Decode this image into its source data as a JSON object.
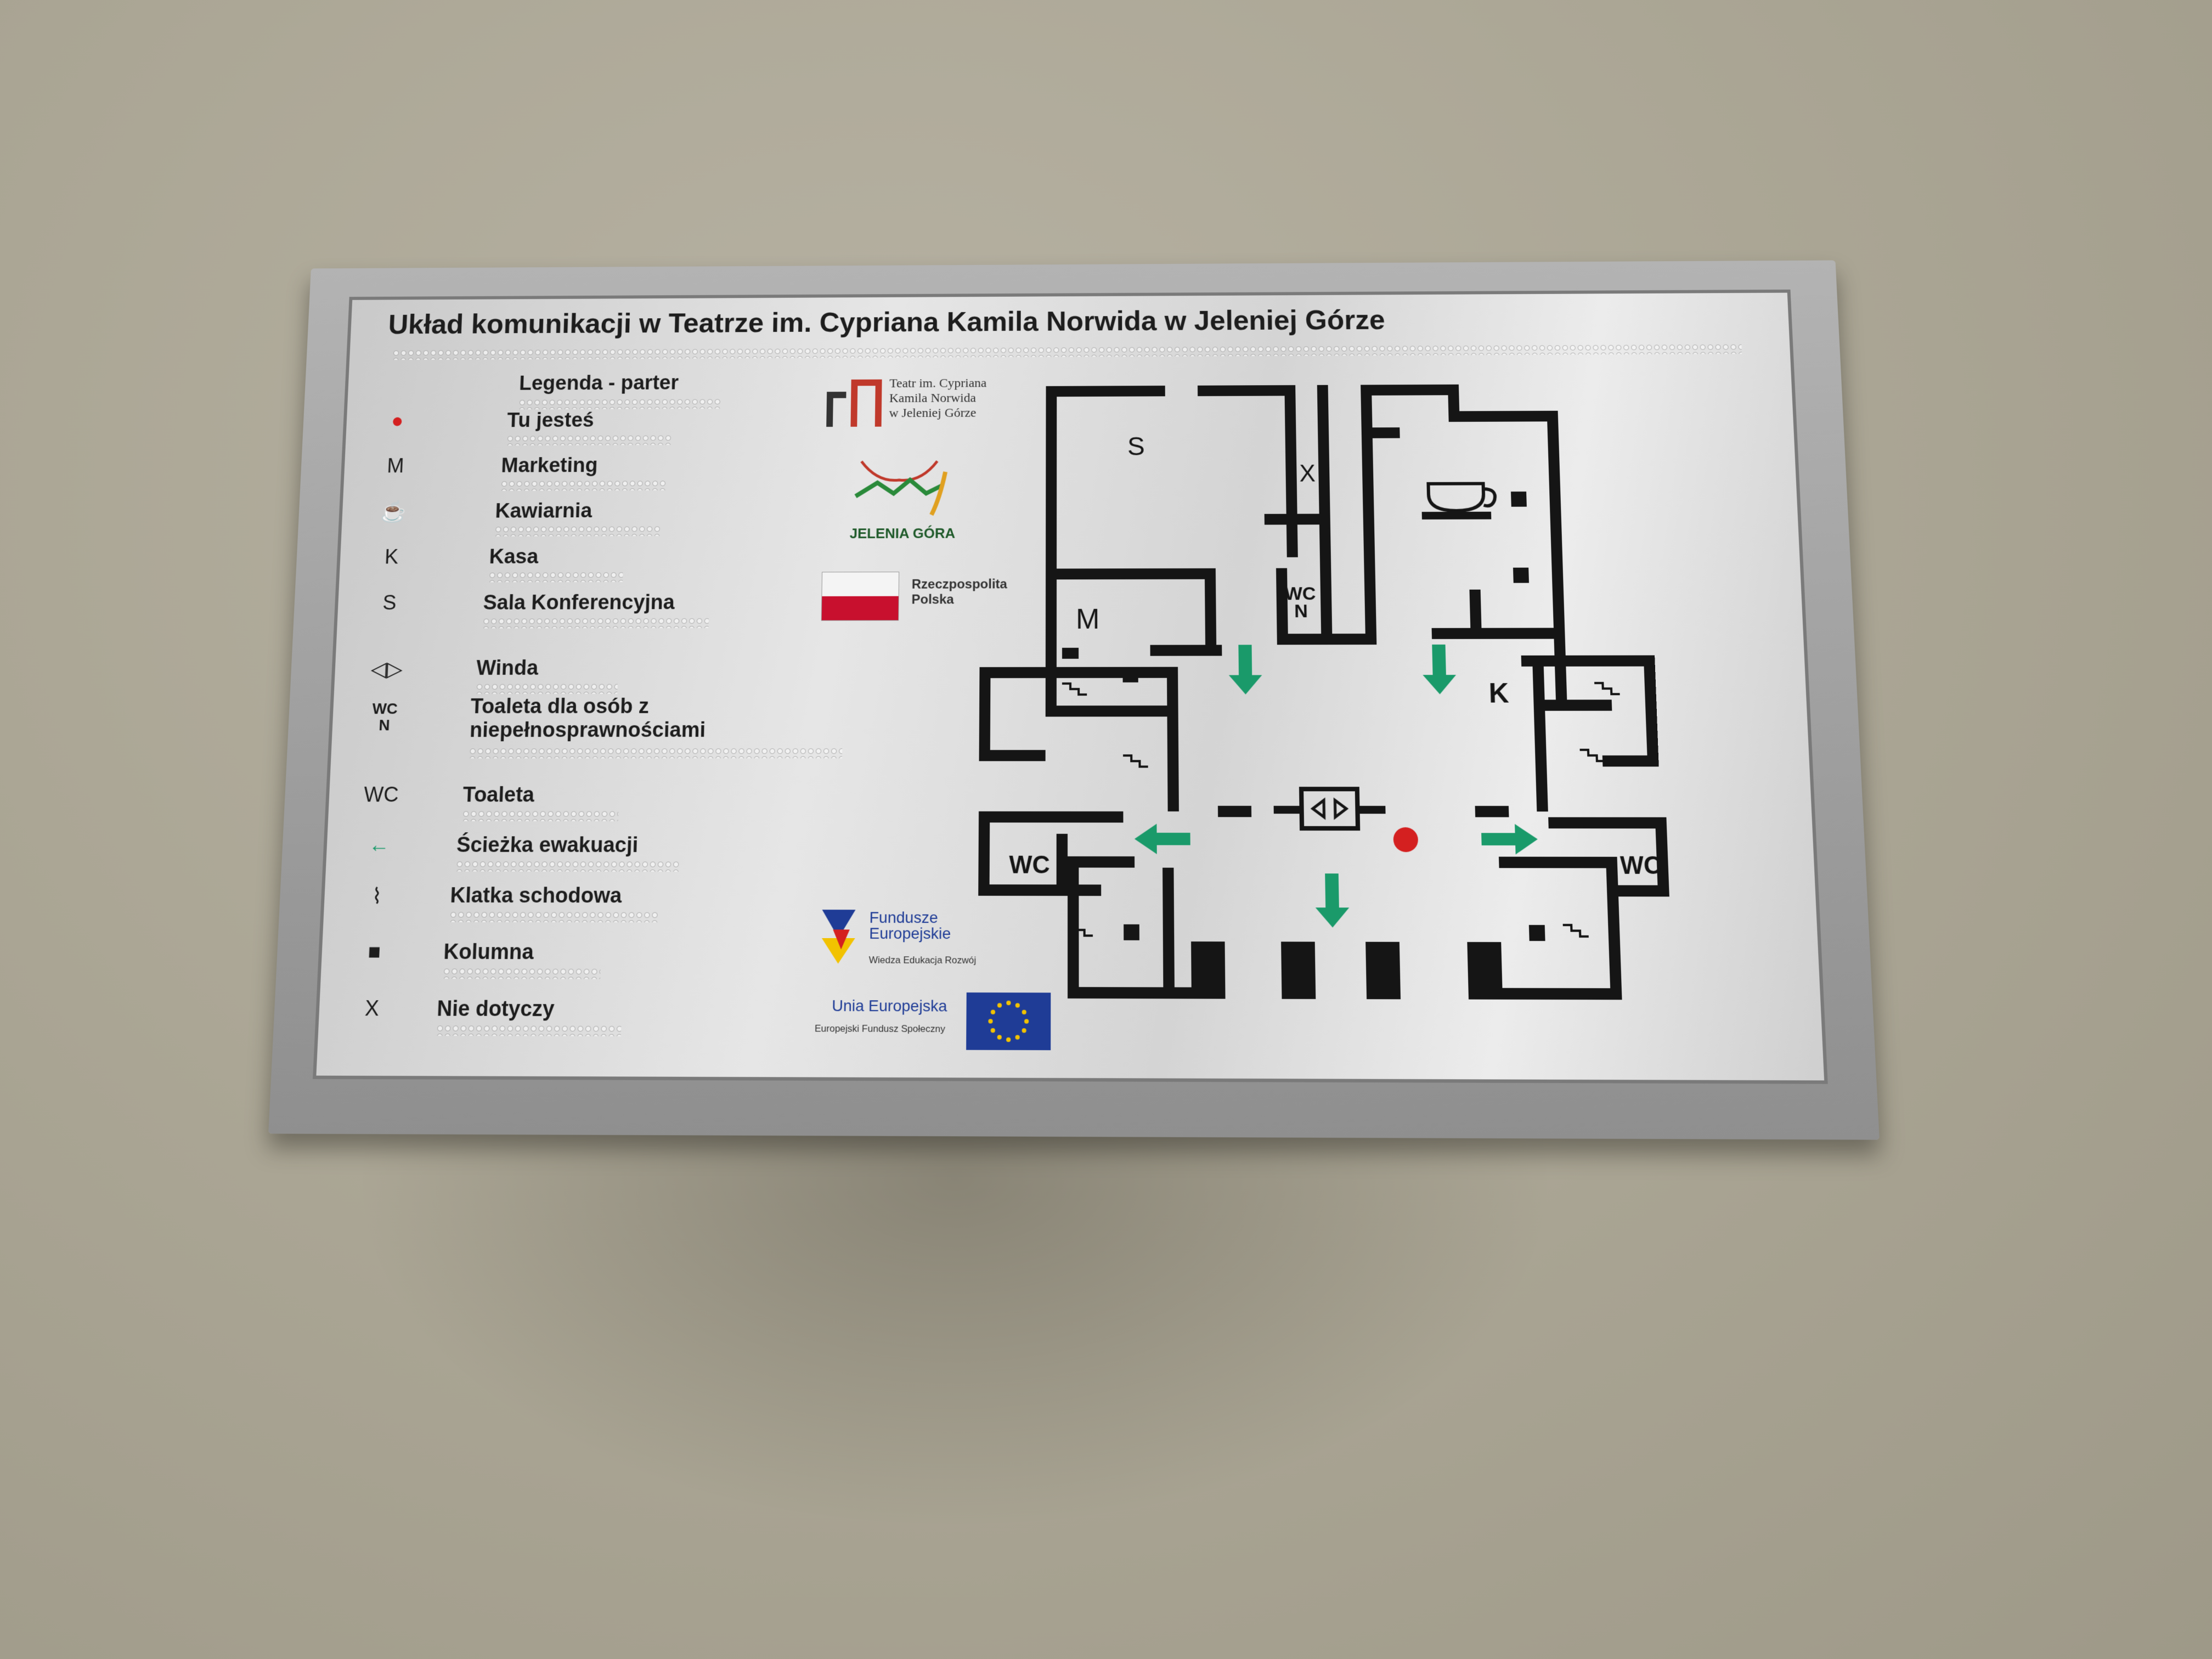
{
  "sign": {
    "title": "Układ komunikacji w Teatrze im. Cypriana Kamila Norwida w Jeleniej Górze",
    "legend_heading": "Legenda - parter",
    "legend": [
      {
        "symbol": "●",
        "symbol_icon": "red-dot-icon",
        "label": "Tu jesteś"
      },
      {
        "symbol": "M",
        "symbol_icon": "letter-m-icon",
        "label": "Marketing"
      },
      {
        "symbol": "☕",
        "symbol_icon": "cup-icon",
        "label": "Kawiarnia"
      },
      {
        "symbol": "K",
        "symbol_icon": "letter-k-icon",
        "label": "Kasa"
      },
      {
        "symbol": "S",
        "symbol_icon": "letter-s-icon",
        "label": "Sala Konferencyjna"
      },
      {
        "symbol": "◁▷",
        "symbol_icon": "elevator-icon",
        "label": "Winda"
      },
      {
        "symbol": "WC N",
        "symbol_icon": "accessible-wc-icon",
        "label": "Toaleta dla osób z niepełnosprawnościami"
      },
      {
        "symbol": "WC",
        "symbol_icon": "wc-icon",
        "label": "Toaleta"
      },
      {
        "symbol": "←",
        "symbol_icon": "green-arrow-icon",
        "label": "Ścieżka ewakuacji"
      },
      {
        "symbol": "⌇",
        "symbol_icon": "stairs-icon",
        "label": "Klatka schodowa"
      },
      {
        "symbol": "■",
        "symbol_icon": "column-icon",
        "label": "Kolumna"
      },
      {
        "symbol": "X",
        "symbol_icon": "letter-x-icon",
        "label": "Nie dotyczy"
      }
    ],
    "logos": {
      "theatre": "Teatr im. Cypriana\nKamila Norwida\nw Jeleniej Górze",
      "city": "JELENIA GÓRA",
      "poland": "Rzeczpospolita\nPolska",
      "eu_funds": "Fundusze\nEuropejskie",
      "eu_funds_sub": "Wiedza Edukacja Rozwój",
      "eu_union": "Unia Europejska",
      "eu_union_sub": "Europejski Fundusz Społeczny"
    },
    "map_labels": {
      "s": "S",
      "x": "X",
      "m": "M",
      "k": "K",
      "wcn_top": "WC",
      "wcn_bottom": "N",
      "wc_left": "WC",
      "wc_right": "WC"
    },
    "colors": {
      "evac_green": "#1a9a6a",
      "here_red": "#d42020",
      "wall": "#151515",
      "flag_red": "#c8102e",
      "eu_blue": "#1f3c96"
    }
  }
}
